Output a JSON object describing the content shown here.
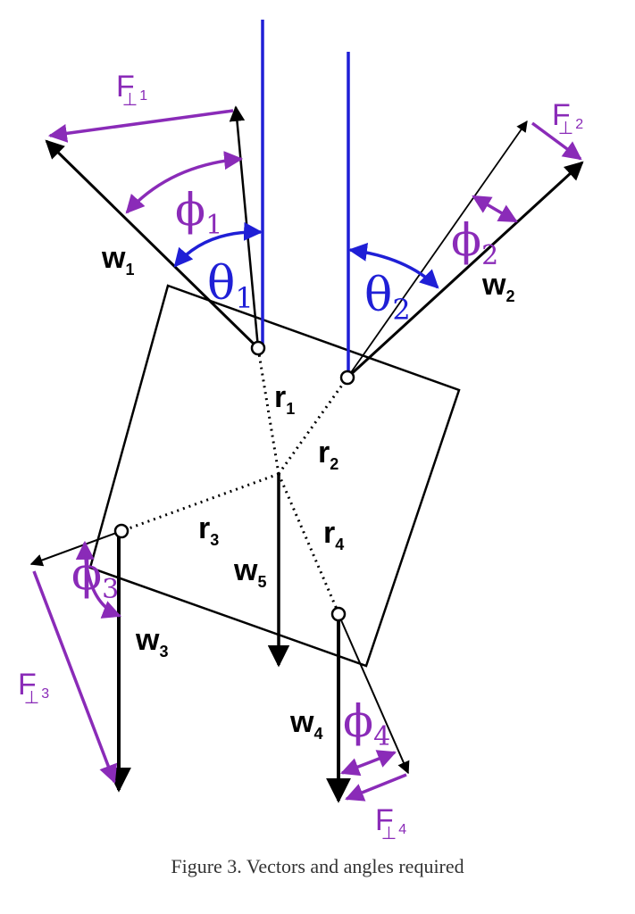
{
  "labels": {
    "w1": {
      "main": "w",
      "sub": "1"
    },
    "w2": {
      "main": "w",
      "sub": "2"
    },
    "w3": {
      "main": "w",
      "sub": "3"
    },
    "w4": {
      "main": "w",
      "sub": "4"
    },
    "w5": {
      "main": "w",
      "sub": "5"
    },
    "r1": {
      "main": "r",
      "sub": "1"
    },
    "r2": {
      "main": "r",
      "sub": "2"
    },
    "r3": {
      "main": "r",
      "sub": "3"
    },
    "r4": {
      "main": "r",
      "sub": "4"
    },
    "F1": {
      "main": "F",
      "perp": "⊥",
      "sub": "1"
    },
    "F2": {
      "main": "F",
      "perp": "⊥",
      "sub": "2"
    },
    "F3": {
      "main": "F",
      "perp": "⊥",
      "sub": "3"
    },
    "F4": {
      "main": "F",
      "perp": "⊥",
      "sub": "4"
    },
    "phi1": {
      "main": "ϕ",
      "sub": "1"
    },
    "phi2": {
      "main": "ϕ",
      "sub": "2"
    },
    "phi3": {
      "main": "ϕ",
      "sub": "3"
    },
    "phi4": {
      "main": "ϕ",
      "sub": "4"
    },
    "theta1": {
      "main": "θ",
      "sub": "1"
    },
    "theta2": {
      "main": "θ",
      "sub": "2"
    }
  },
  "caption": "Figure 3. Vectors and angles required",
  "colors": {
    "force_purple": "#8a2bb8",
    "angle_blue": "#1f1fd6",
    "ink": "#000000"
  }
}
